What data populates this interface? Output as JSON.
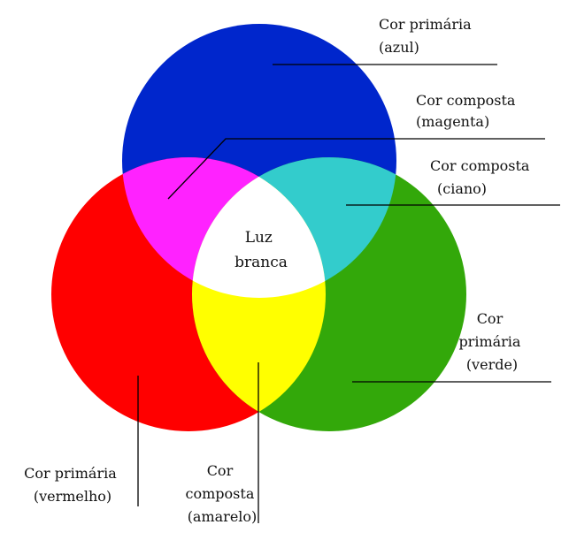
{
  "colors": {
    "blue": "#0026CC",
    "red": "#FF0000",
    "green": "#33A80A",
    "magenta": "#FF22FF",
    "cyan": "#33CCCC",
    "yellow": "#FFFF00",
    "white": "#FFFFFF"
  },
  "labels": {
    "blue": [
      "Cor primária",
      "(azul)"
    ],
    "magenta": [
      "Cor composta",
      "(magenta)"
    ],
    "cyan": [
      "Cor composta",
      "(ciano)"
    ],
    "green": [
      "Cor",
      "primária",
      "(verde)"
    ],
    "red": [
      "Cor primária",
      "(vermelho)"
    ],
    "yellow": [
      "Cor",
      "composta",
      "(amarelo)"
    ],
    "white": [
      "Luz",
      "branca"
    ]
  }
}
